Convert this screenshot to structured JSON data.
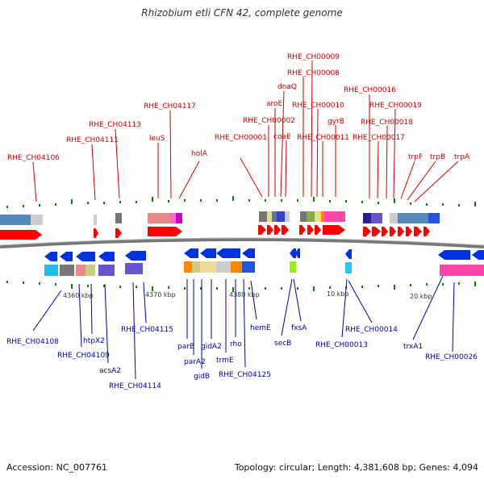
{
  "title": "Rhizobium etli CFN 42, complete genome",
  "footer": {
    "accession": "Accession: NC_007761",
    "summary": "Topology: circular; Length: 4,381,608 bp; Genes: 4,094"
  },
  "upper_labels": [
    {
      "name": "RHE_CH04106"
    },
    {
      "name": "RHE_CH04111"
    },
    {
      "name": "RHE_CH04113"
    },
    {
      "name": "RHE_CH04117"
    },
    {
      "name": "leuS"
    },
    {
      "name": "holA"
    },
    {
      "name": "RHE_CH00001"
    },
    {
      "name": "RHE_CH00002"
    },
    {
      "name": "aroE"
    },
    {
      "name": "dnaQ"
    },
    {
      "name": "coaE"
    },
    {
      "name": "RHE_CH00008"
    },
    {
      "name": "RHE_CH00009"
    },
    {
      "name": "RHE_CH00010"
    },
    {
      "name": "RHE_CH00011"
    },
    {
      "name": "gyrB"
    },
    {
      "name": "RHE_CH00016"
    },
    {
      "name": "RHE_CH00017"
    },
    {
      "name": "RHE_CH00018"
    },
    {
      "name": "RHE_CH00019"
    },
    {
      "name": "trpF"
    },
    {
      "name": "trpB"
    },
    {
      "name": "trpA"
    }
  ],
  "lower_labels": [
    {
      "name": "RHE_CH04108"
    },
    {
      "name": "RHE_CH04109"
    },
    {
      "name": "htpX2"
    },
    {
      "name": "acsA2"
    },
    {
      "name": "RHE_CH04114"
    },
    {
      "name": "RHE_CH04115"
    },
    {
      "name": "parB"
    },
    {
      "name": "parA2"
    },
    {
      "name": "gidB"
    },
    {
      "name": "gidA2"
    },
    {
      "name": "trmE"
    },
    {
      "name": "rho"
    },
    {
      "name": "RHE_CH04125"
    },
    {
      "name": "hemE"
    },
    {
      "name": "secB"
    },
    {
      "name": "fxsA"
    },
    {
      "name": "RHE_CH00013"
    },
    {
      "name": "RHE_CH00014"
    },
    {
      "name": "trxA1"
    },
    {
      "name": "RHE_CH00026"
    }
  ],
  "scale_ticks": [
    {
      "label": "4360 kbp"
    },
    {
      "label": "4370 kbp"
    },
    {
      "label": "4380 kbp"
    },
    {
      "label": "10 kbp"
    },
    {
      "label": "20 kbp"
    }
  ],
  "colors": {
    "forward_arrow": "#ff0000",
    "reverse_arrow": "#0033dd",
    "backbone": "#888888",
    "label_red": "#cc0000",
    "label_blue": "#0000aa",
    "tick_green": "#008800"
  }
}
